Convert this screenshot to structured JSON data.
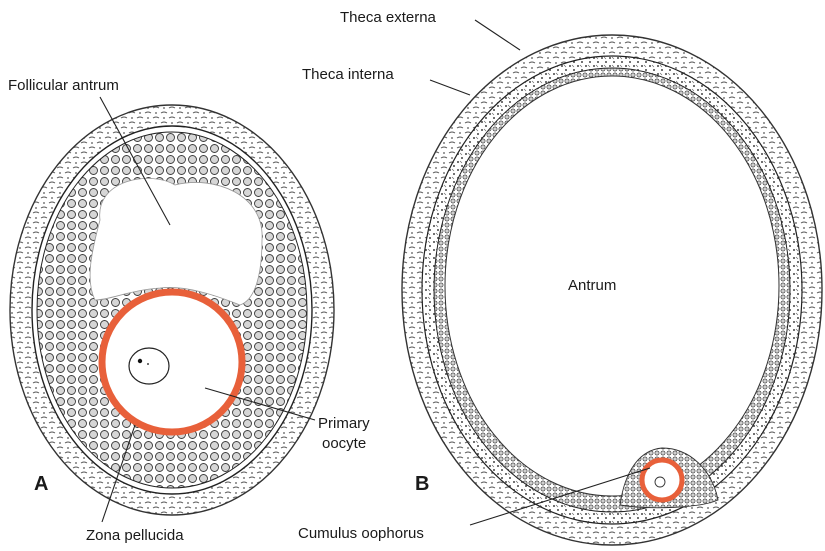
{
  "panels": [
    {
      "letter": "A",
      "labels": {
        "follicular_antrum": "Follicular antrum",
        "primary_oocyte_line1": "Primary",
        "primary_oocyte_line2": "oocyte",
        "zona_pellucida": "Zona pellucida"
      }
    },
    {
      "letter": "B",
      "labels": {
        "theca_externa": "Theca externa",
        "theca_interna": "Theca interna",
        "antrum": "Antrum",
        "cumulus_oophorus": "Cumulus oophorus"
      }
    }
  ],
  "colors": {
    "zona_pellucida": "#e8603a",
    "cell_outline": "#3a3a3a",
    "ink": "#1a1a1a"
  }
}
